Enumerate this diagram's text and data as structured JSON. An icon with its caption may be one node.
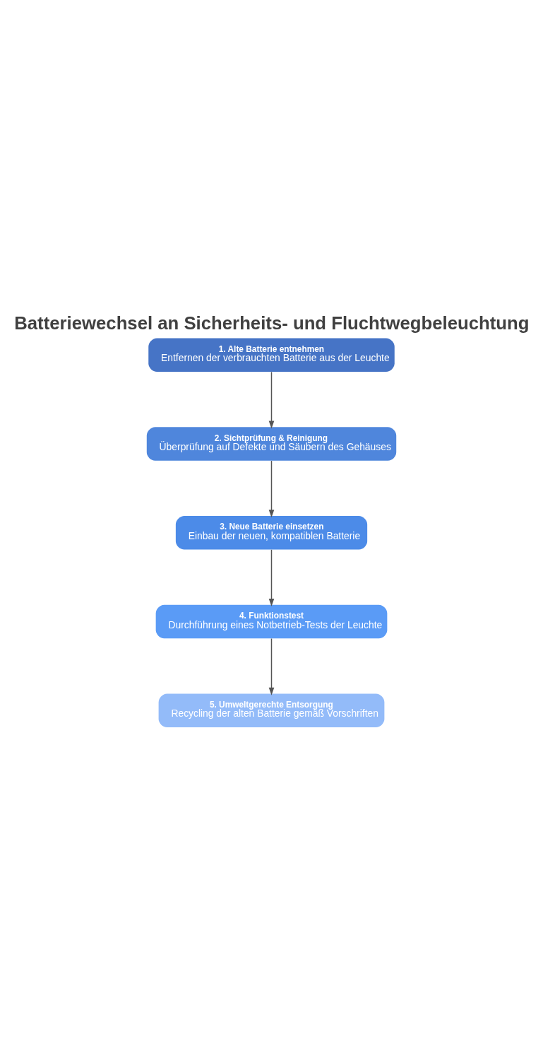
{
  "diagram": {
    "title": "Batteriewechsel an Sicherheits- und Fluchtwegbeleuchtung",
    "nodes": [
      {
        "text": [
          "1. Alte Batterie entnehmen",
          "Entfernen der verbrauchten Batterie aus der Leuchte"
        ]
      },
      {
        "text": [
          "2. Sichtprüfung & Reinigung",
          "Überprüfung auf Defekte und Säubern des Gehäuses"
        ]
      },
      {
        "text": [
          "3. Neue Batterie einsetzen",
          "Einbau der neuen, kompatiblen Batterie"
        ]
      },
      {
        "text": [
          "4. Funktionstest",
          "Durchführung eines Notbetrieb-Tests der Leuchte"
        ]
      },
      {
        "text": [
          "5. Umweltgerechte Entsorgung",
          "Recycling der alten Batterie gemäß Vorschriften"
        ]
      }
    ],
    "edges": [
      {
        "from": 0,
        "to": 1,
        "arrow": "to"
      },
      {
        "from": 1,
        "to": 2,
        "arrow": "to"
      },
      {
        "from": 2,
        "to": 3,
        "arrow": "to"
      },
      {
        "from": 3,
        "to": 4,
        "arrow": "to"
      }
    ]
  }
}
